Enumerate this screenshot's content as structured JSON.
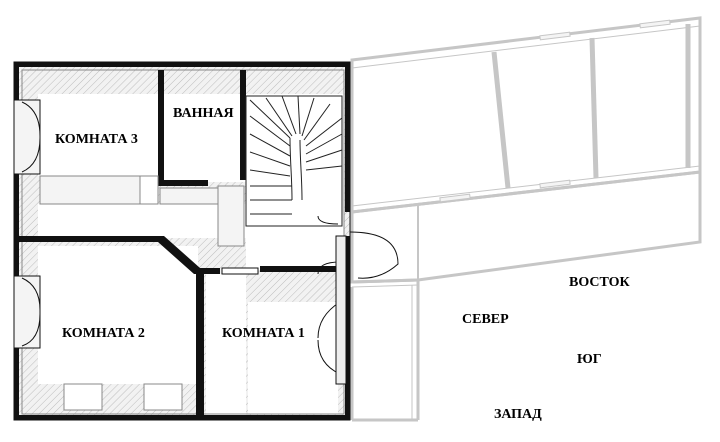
{
  "rooms": {
    "room3": "КОМНАТА 3",
    "bath": "ВАННАЯ",
    "room2": "КОМНАТА 2",
    "room1": "КОМНАТА 1"
  },
  "directions": {
    "east": "ВОСТОК",
    "north": "СЕВЕР",
    "south": "ЮГ",
    "west": "ЗАПАД"
  },
  "colors": {
    "wall": "#111111",
    "neighbour_outline": "#c6c6c6",
    "hatch": "#bdbdbd"
  }
}
